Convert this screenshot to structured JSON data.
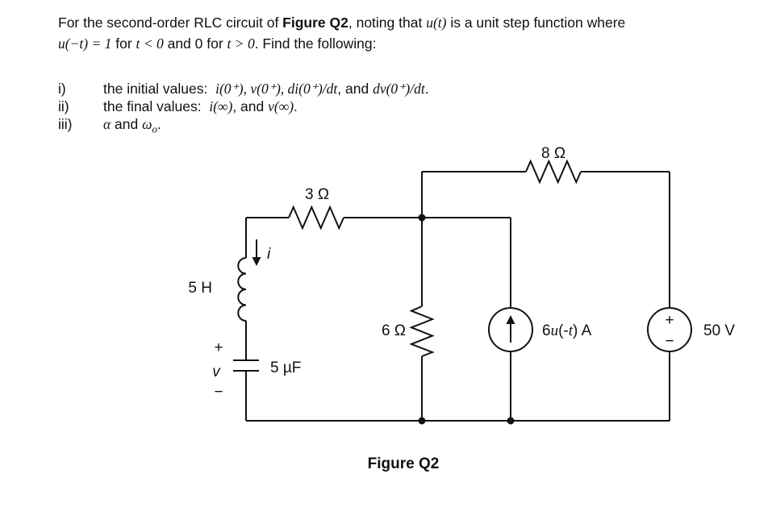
{
  "problem": {
    "line1": [
      "For the second-order RLC circuit of ",
      "Figure Q2",
      ", noting that ",
      "u(t)",
      " is a unit step function where"
    ],
    "line2": [
      "u(−t) = 1",
      " for ",
      "t < 0",
      " and 0 for ",
      "t > 0",
      ". Find the following:"
    ],
    "items": [
      {
        "label": "i)",
        "parts": [
          "the initial values:  ",
          "i(0⁺), v(0⁺), di(0⁺)/dt",
          ", and ",
          "dv(0⁺)/dt",
          "."
        ]
      },
      {
        "label": "ii)",
        "parts": [
          "the final values:  ",
          "i(∞)",
          ", and ",
          "v(∞)",
          "."
        ]
      },
      {
        "label": "iii)",
        "parts": [
          "α",
          " and ",
          "ω",
          "o",
          "."
        ]
      }
    ]
  },
  "circuit": {
    "inductor": "5 H",
    "r_top_left": "3 Ω",
    "r_top_right": "8 Ω",
    "r_mid": "6 Ω",
    "capacitor": "5 µF",
    "voltage_source": "50 V",
    "current_source_parts": [
      "6",
      "u",
      "(-",
      "t",
      ") A"
    ],
    "current_var": "i",
    "voltage_var": "v",
    "plus": "+",
    "minus": "−",
    "caption": "Figure Q2"
  }
}
